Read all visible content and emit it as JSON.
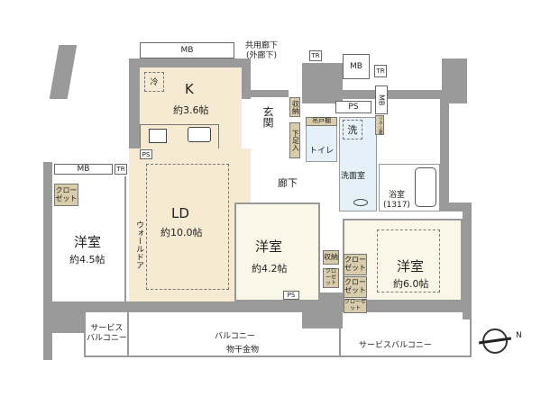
{
  "rooms": {
    "kitchen": {
      "name": "K",
      "size": "約3.6帖",
      "fridge": "冷"
    },
    "ld": {
      "name": "LD",
      "size": "約10.0帖",
      "walldoor": "ウォールドア"
    },
    "western1": {
      "name": "洋室",
      "size": "約4.5帖"
    },
    "western2": {
      "name": "洋室",
      "size": "約4.2帖"
    },
    "western3": {
      "name": "洋室",
      "size": "約6.0帖"
    },
    "entrance": "玄関",
    "corridor": "廊下",
    "toilet": "トイレ",
    "washroom": "洗面室",
    "bath": {
      "name": "浴室",
      "size": "(1317)"
    },
    "washer": "洗"
  },
  "storage": {
    "shuno": "収納",
    "getabako": "下足入",
    "tsuritodana": "吊戸棚",
    "closet": "クローゼット",
    "linen": "リネン庫"
  },
  "labels": {
    "mb": "MB",
    "tr": "TR",
    "ps": "PS",
    "common_corridor": "共用廊下",
    "outer_corridor": "(外廊下)",
    "service_balcony": "サービスバルコニー",
    "service_balcony_l1": "サービス",
    "service_balcony_l2": "バルコニー",
    "balcony": "バルコニー",
    "drying_hardware": "物干金物",
    "north": "N"
  }
}
